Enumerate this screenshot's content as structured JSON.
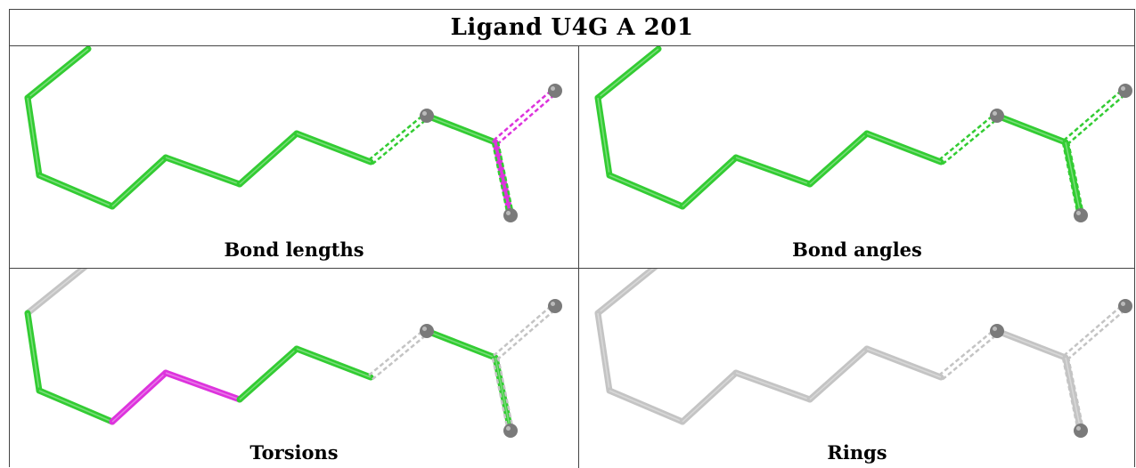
{
  "title": "Ligand U4G A 201",
  "panels": [
    {
      "caption": "Bond lengths"
    },
    {
      "caption": "Bond angles"
    },
    {
      "caption": "Torsions"
    },
    {
      "caption": "Rings"
    }
  ],
  "colors": {
    "ok": "#33cc33",
    "outlier": "#dd33dd",
    "none": "#c4c4c4",
    "atom": "#7a7a7a",
    "border": "#444444"
  },
  "panel_states": [
    {
      "segments": [
        "ok",
        "ok",
        "ok",
        "ok",
        "ok",
        "ok",
        "ok",
        "ok",
        "ok",
        "dashed-ok",
        "outlier",
        "outlier",
        "dashed-ok"
      ]
    },
    {
      "segments": [
        "ok",
        "ok",
        "ok",
        "ok",
        "ok",
        "ok",
        "ok",
        "ok",
        "ok",
        "dashed-ok",
        "ok",
        "dashed-ok",
        "dashed-ok"
      ]
    },
    {
      "segments": [
        "none",
        "ok",
        "ok",
        "outlier",
        "outlier",
        "ok",
        "ok",
        "ok",
        "ok",
        "dashed-none",
        "ok",
        "dashed-none",
        "dashed-none"
      ]
    },
    {
      "segments": [
        "none",
        "none",
        "none",
        "none",
        "none",
        "none",
        "none",
        "none",
        "none",
        "dashed-none",
        "none",
        "dashed-none",
        "dashed-none"
      ]
    }
  ]
}
